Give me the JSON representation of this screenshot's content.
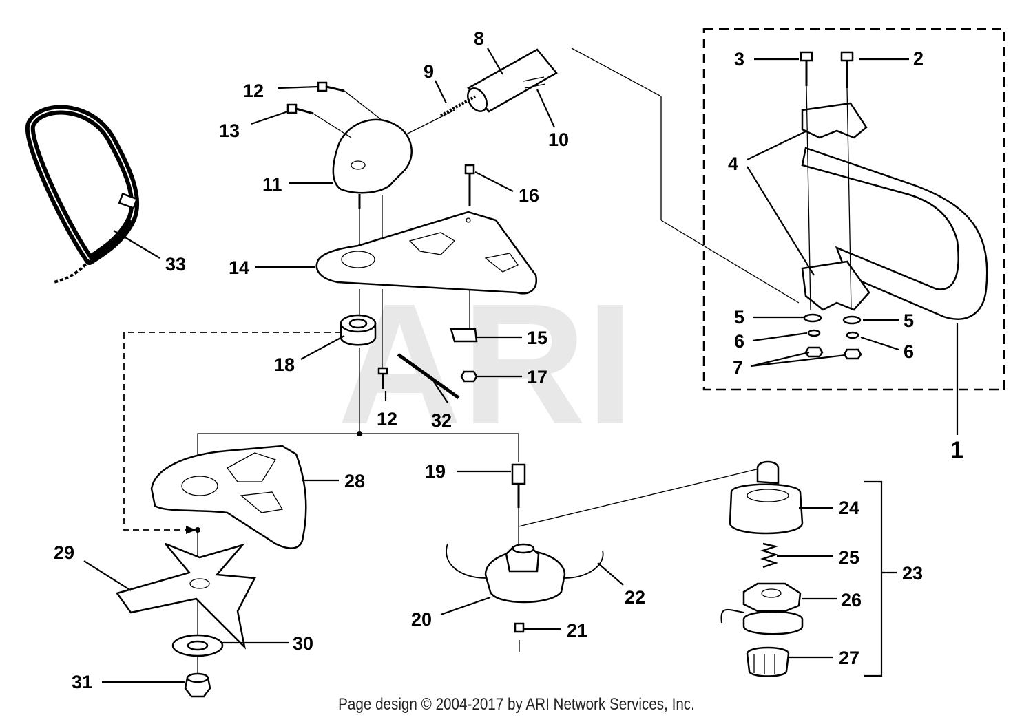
{
  "watermark": "ARI",
  "footer": "Page design © 2004-2017 by ARI Network Services, Inc.",
  "labels": {
    "l1": "1",
    "l2": "2",
    "l3": "3",
    "l4": "4",
    "l5a": "5",
    "l5b": "5",
    "l6a": "6",
    "l6b": "6",
    "l7": "7",
    "l8": "8",
    "l9": "9",
    "l10": "10",
    "l11": "11",
    "l12a": "12",
    "l12b": "12",
    "l13": "13",
    "l14": "14",
    "l15": "15",
    "l16": "16",
    "l17": "17",
    "l18": "18",
    "l19": "19",
    "l20": "20",
    "l21": "21",
    "l22": "22",
    "l23": "23",
    "l24": "24",
    "l25": "25",
    "l26": "26",
    "l27": "27",
    "l28": "28",
    "l29": "29",
    "l30": "30",
    "l31": "31",
    "l32": "32",
    "l33": "33"
  }
}
